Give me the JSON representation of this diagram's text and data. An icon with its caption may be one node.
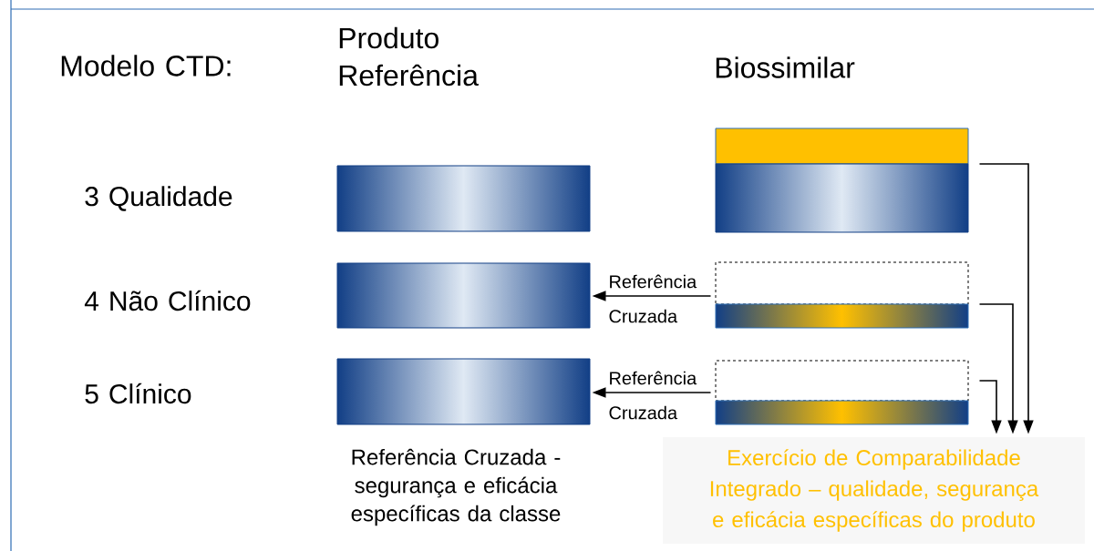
{
  "diagram": {
    "nodes": [
      {
        "text": [],
        "shape": "bar"
      },
      {
        "text": [],
        "shape": "bar"
      },
      {
        "text": [],
        "shape": "bar"
      },
      {
        "text": [],
        "shape": "bar"
      },
      {
        "text": [],
        "shape": "bar"
      },
      {
        "text": [],
        "shape": "box"
      },
      {
        "text": [],
        "shape": "bar"
      },
      {
        "text": [],
        "shape": "box"
      },
      {
        "text": [],
        "shape": "bar"
      },
      {
        "text": [
          "Exercício de Comparabilidade Integrado – qualidade, segurança e eficácia específicas do produto"
        ]
      }
    ],
    "edges": [
      {
        "from": 5,
        "to": 1,
        "arrow": "to",
        "label": "Referência Cruzada"
      },
      {
        "from": 7,
        "to": 2,
        "arrow": "to",
        "label": "Referência Cruzada"
      },
      {
        "from": 3,
        "to": 9,
        "arrow": "to"
      },
      {
        "from": 6,
        "to": 9,
        "arrow": "to"
      },
      {
        "from": 7,
        "to": 9,
        "arrow": "to"
      }
    ],
    "labels": [
      "Modelo CTD:",
      "Produto Referência",
      "Biossimilar",
      "3 Qualidade",
      "4 Não Clínico",
      "5 Clínico",
      "Referência Cruzada - segurança e eficácia específicas da classe"
    ]
  }
}
